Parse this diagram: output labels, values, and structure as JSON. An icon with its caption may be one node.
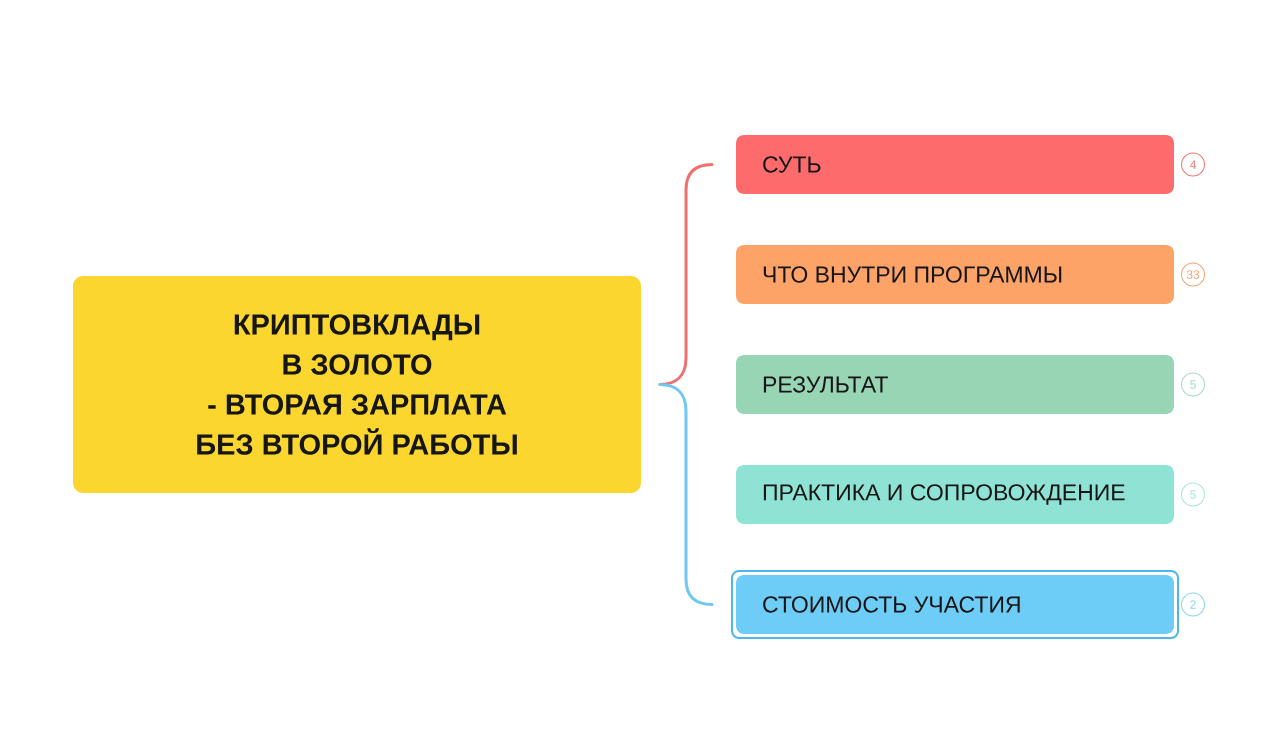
{
  "diagram": {
    "nodes": [
      {
        "text": [
          "КРИПТОВКЛАДЫ В ЗОЛОТО - ВТОРАЯ ЗАРПЛАТА БЕЗ ВТОРОЙ РАБОТЫ"
        ]
      },
      {
        "text": [
          "СУТЬ"
        ],
        "beside": [
          "4"
        ]
      },
      {
        "text": [
          "ЧТО ВНУТРИ ПРОГРАММЫ"
        ],
        "beside": [
          "33"
        ]
      },
      {
        "text": [
          "РЕЗУЛЬТАТ"
        ],
        "beside": [
          "5"
        ]
      },
      {
        "text": [
          "ПРАКТИКА И СОПРОВОЖДЕНИЕ"
        ],
        "beside": [
          "5"
        ]
      },
      {
        "text": [
          "СТОИМОСТЬ УЧАСТИЯ"
        ],
        "beside": [
          "2"
        ]
      }
    ]
  }
}
